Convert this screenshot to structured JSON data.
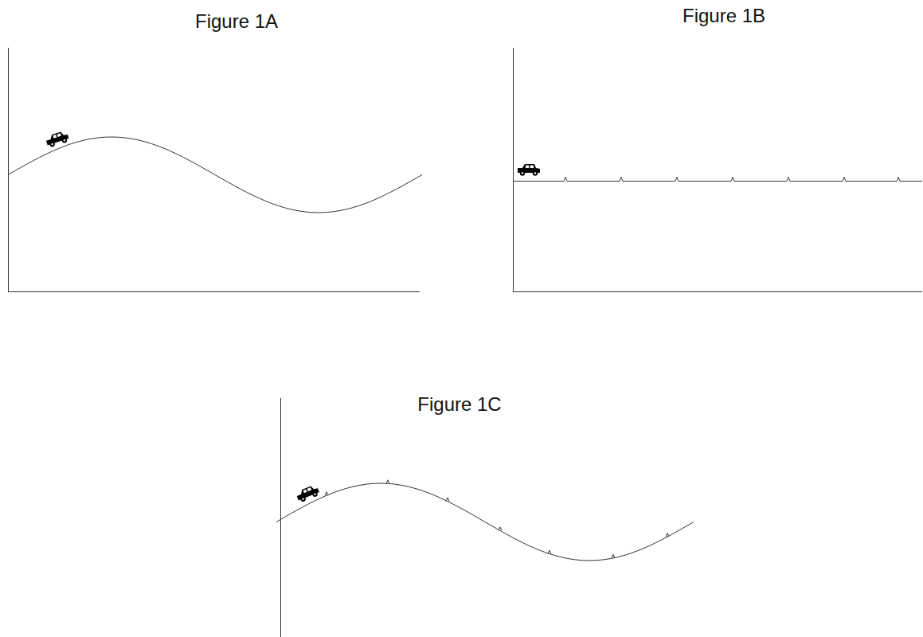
{
  "diagram": {
    "labels": [
      "Figure 1A",
      "Figure 1B",
      "Figure 1C"
    ]
  }
}
